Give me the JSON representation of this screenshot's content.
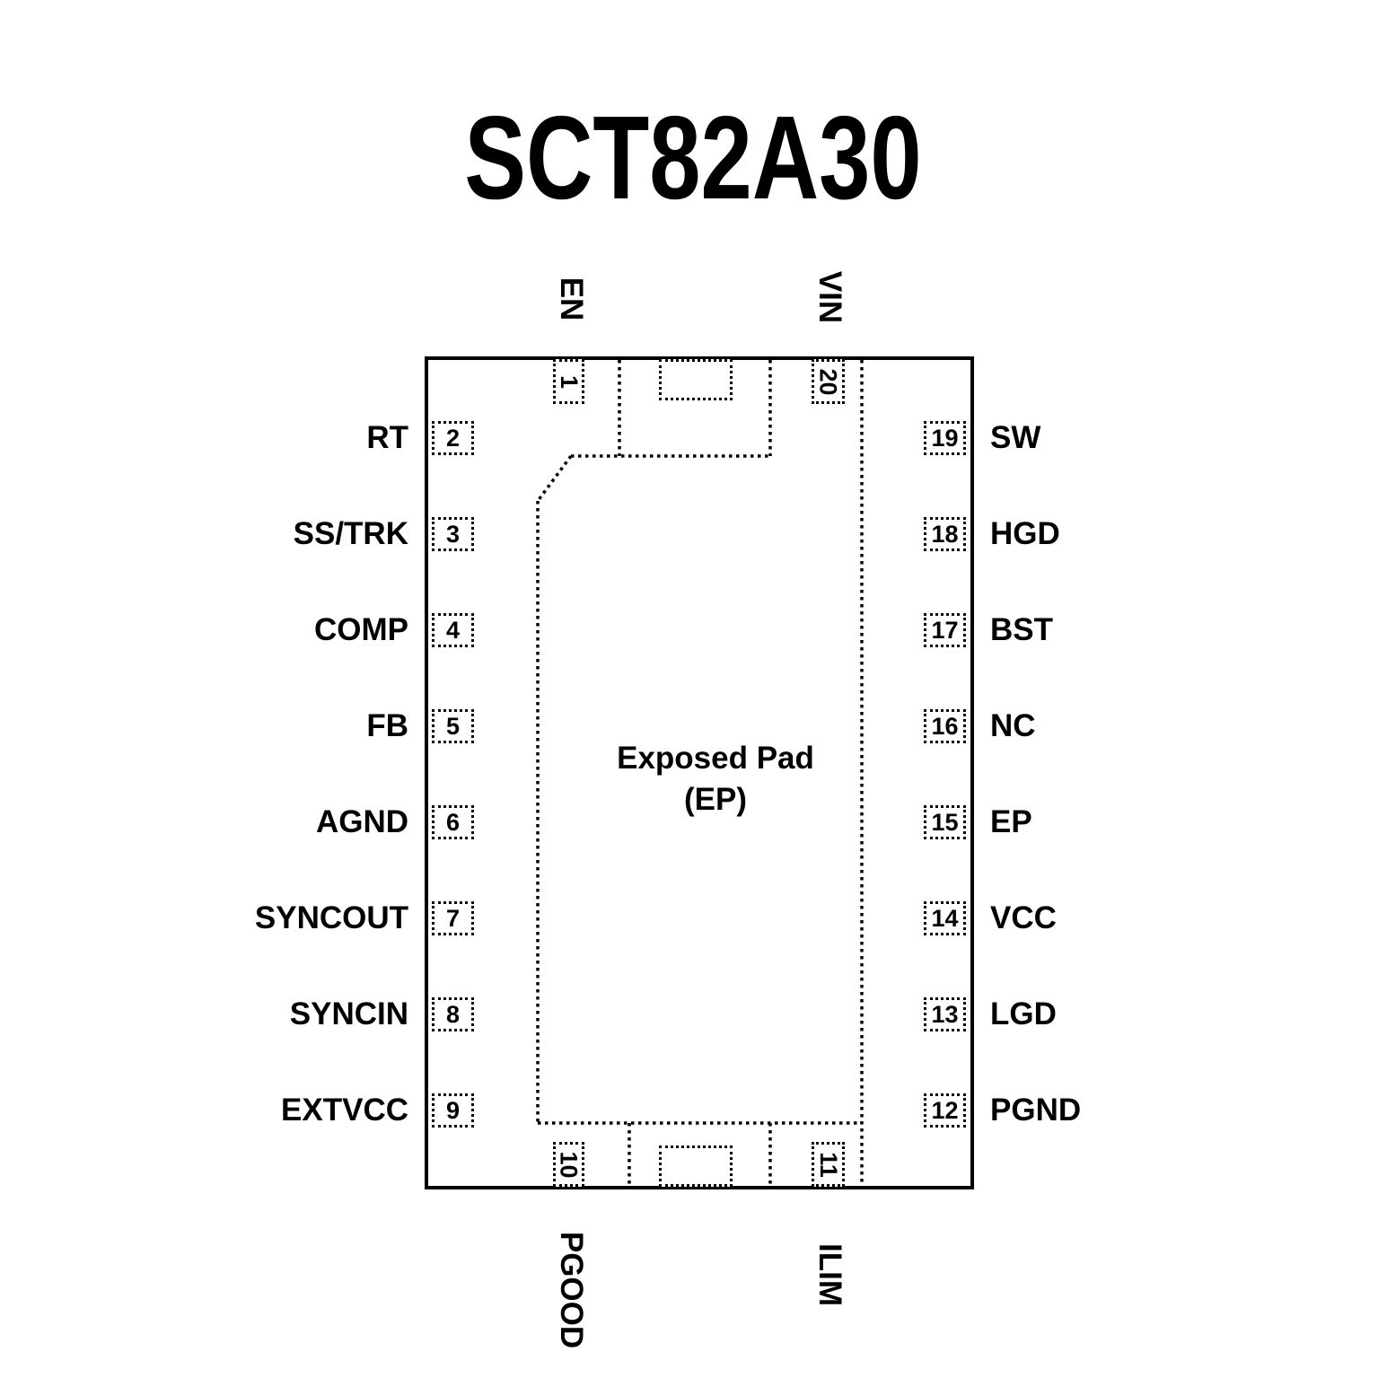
{
  "title": "SCT82A30",
  "exposed_pad": {
    "line1": "Exposed Pad",
    "line2": "(EP)"
  },
  "colors": {
    "ink": "#000000",
    "background": "#ffffff"
  },
  "pins": {
    "top": [
      {
        "number": "1",
        "label": "EN"
      },
      {
        "number": "20",
        "label": "VIN"
      }
    ],
    "left": [
      {
        "number": "2",
        "label": "RT"
      },
      {
        "number": "3",
        "label": "SS/TRK"
      },
      {
        "number": "4",
        "label": "COMP"
      },
      {
        "number": "5",
        "label": "FB"
      },
      {
        "number": "6",
        "label": "AGND"
      },
      {
        "number": "7",
        "label": "SYNCOUT"
      },
      {
        "number": "8",
        "label": "SYNCIN"
      },
      {
        "number": "9",
        "label": "EXTVCC"
      }
    ],
    "right": [
      {
        "number": "19",
        "label": "SW"
      },
      {
        "number": "18",
        "label": "HGD"
      },
      {
        "number": "17",
        "label": "BST"
      },
      {
        "number": "16",
        "label": "NC"
      },
      {
        "number": "15",
        "label": "EP"
      },
      {
        "number": "14",
        "label": "VCC"
      },
      {
        "number": "13",
        "label": "LGD"
      },
      {
        "number": "12",
        "label": "PGND"
      }
    ],
    "bottom": [
      {
        "number": "10",
        "label": "PGOOD"
      },
      {
        "number": "11",
        "label": "ILIM"
      }
    ]
  }
}
